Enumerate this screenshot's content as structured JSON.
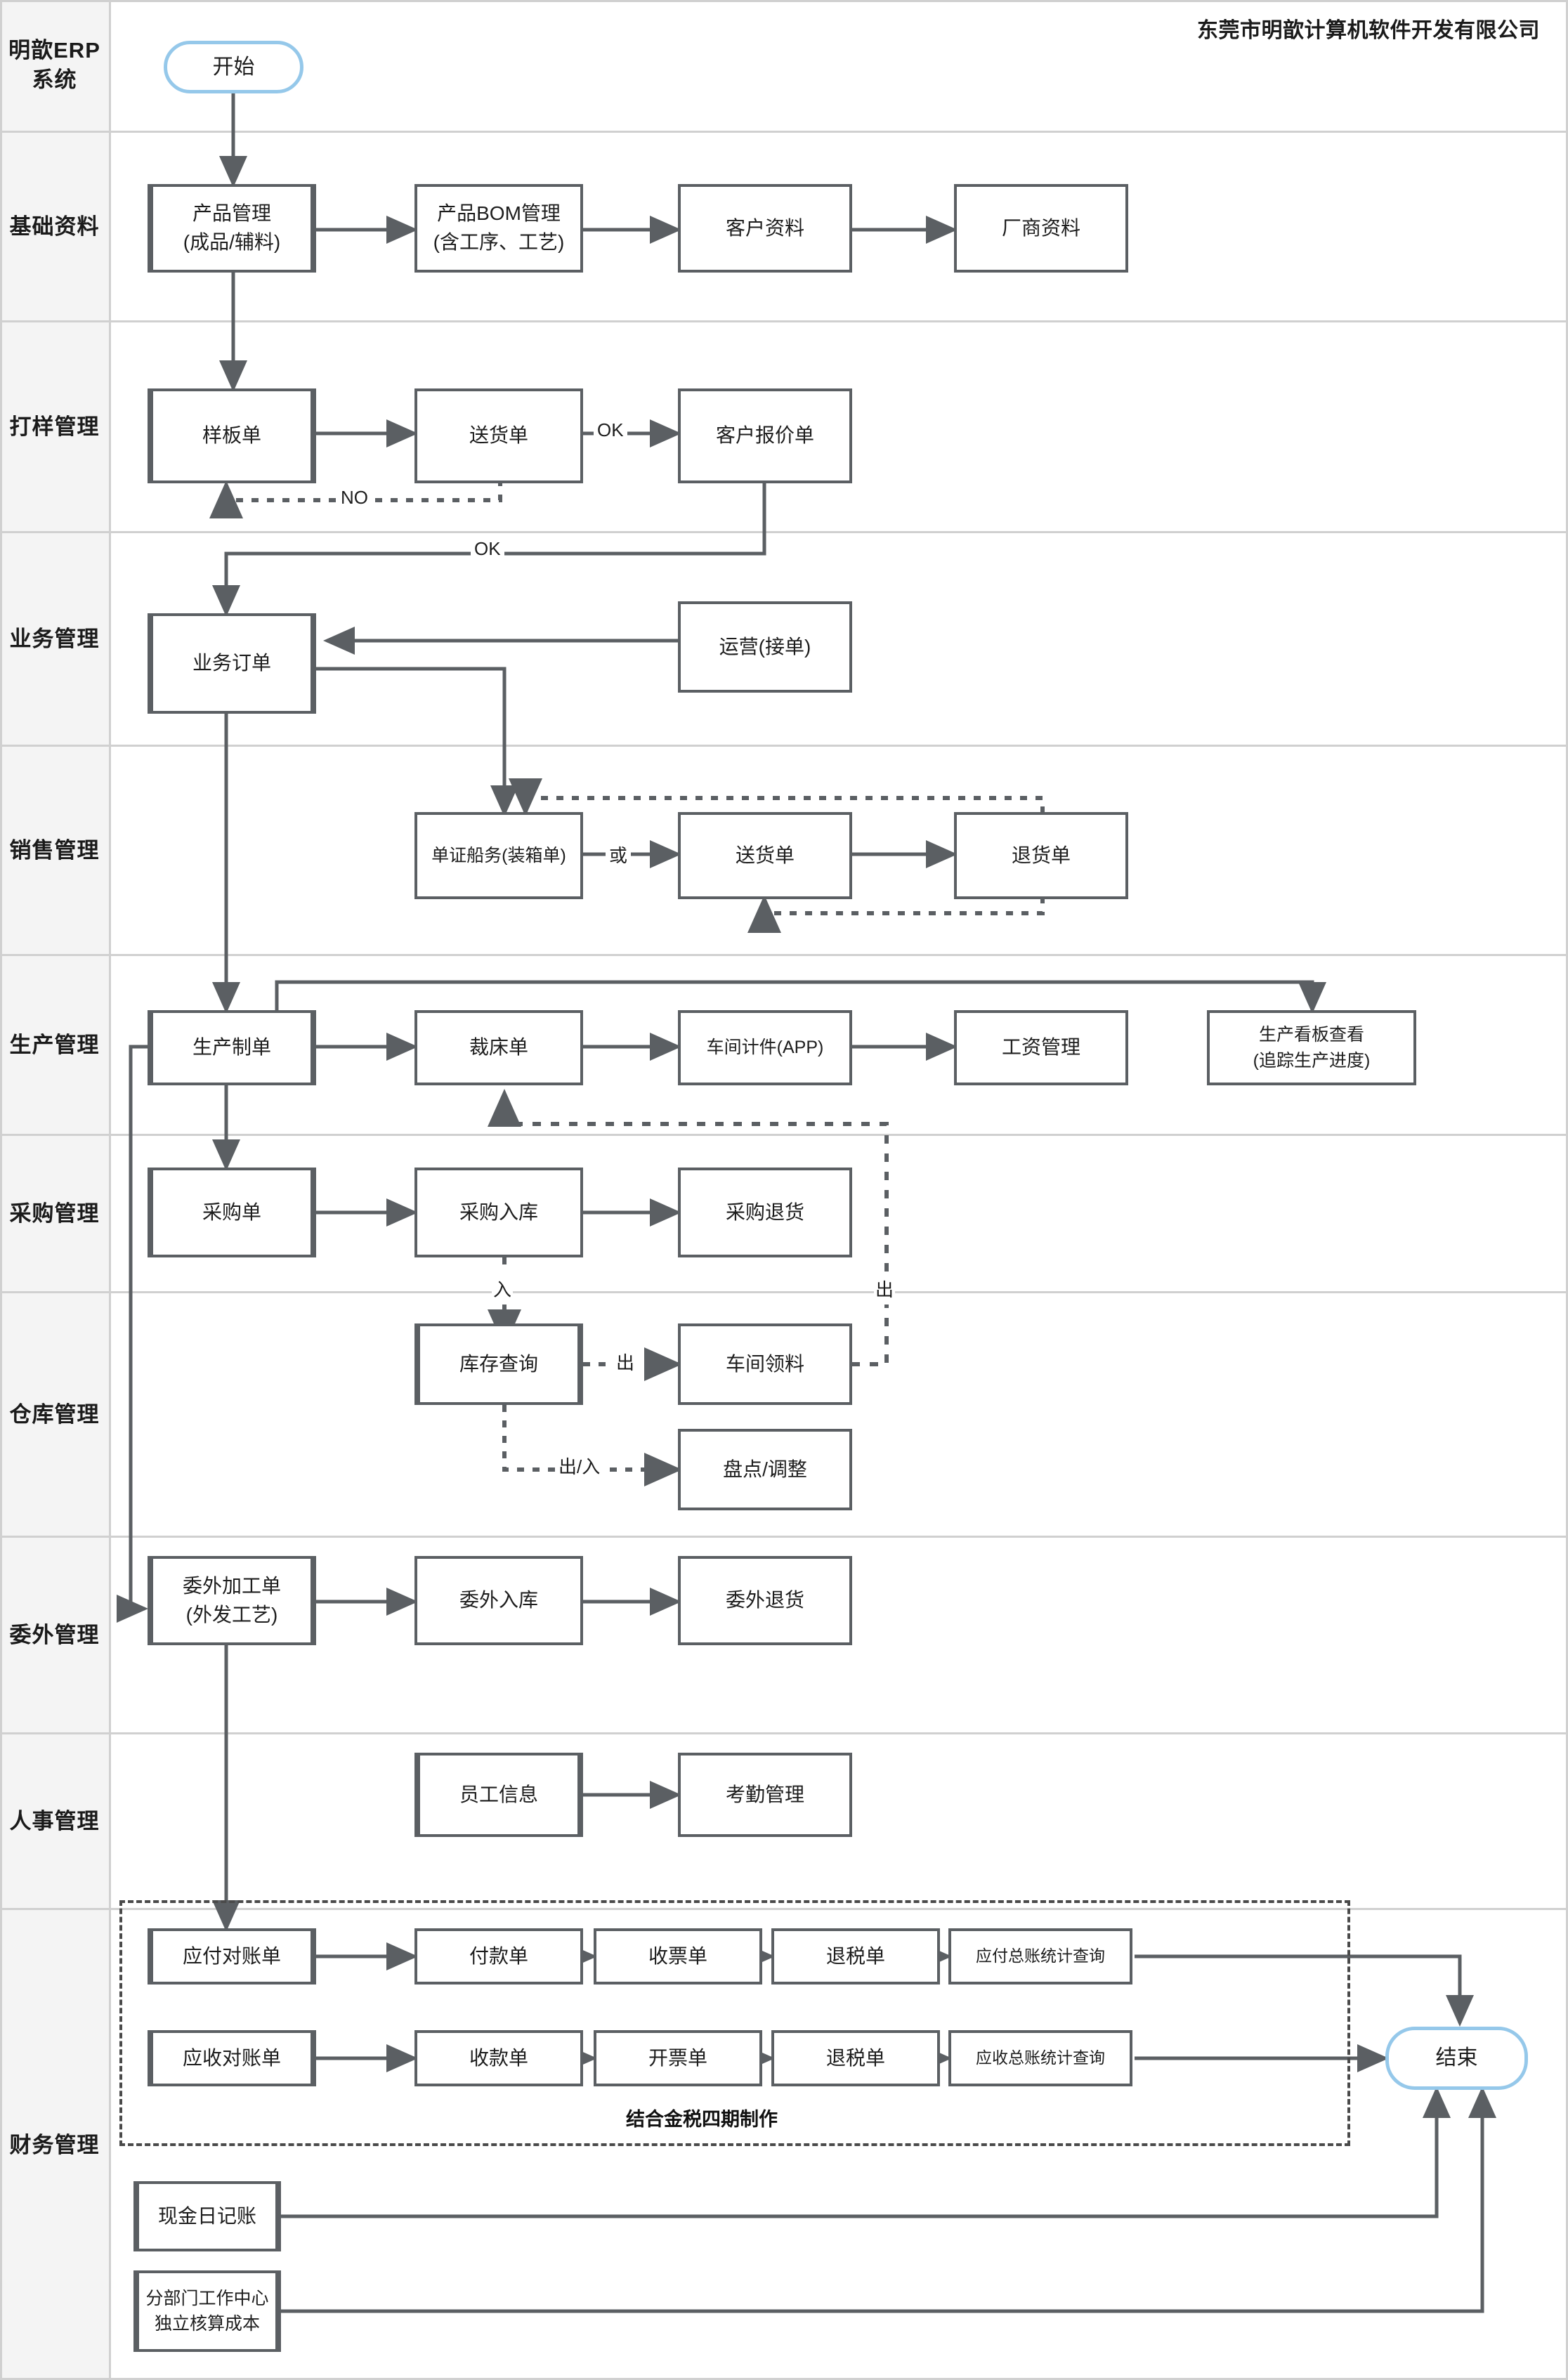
{
  "header": {
    "company": "东莞市明歆计算机软件开发有限公司"
  },
  "lanes": [
    {
      "id": "system",
      "label": "明歆ERP\n系统"
    },
    {
      "id": "basic",
      "label": "基础资料"
    },
    {
      "id": "sampling",
      "label": "打样管理"
    },
    {
      "id": "business",
      "label": "业务管理"
    },
    {
      "id": "sales",
      "label": "销售管理"
    },
    {
      "id": "production",
      "label": "生产管理"
    },
    {
      "id": "purchase",
      "label": "采购管理"
    },
    {
      "id": "warehouse",
      "label": "仓库管理"
    },
    {
      "id": "outsource",
      "label": "委外管理"
    },
    {
      "id": "hr",
      "label": "人事管理"
    },
    {
      "id": "finance",
      "label": "财务管理"
    }
  ],
  "nodes": {
    "start": "开始",
    "end": "结束",
    "product_mgmt_l1": "产品管理",
    "product_mgmt_l2": "(成品/辅料)",
    "bom_l1": "产品BOM管理",
    "bom_l2": "(含工序、工艺)",
    "customer_data": "客户资料",
    "vendor_data": "厂商资料",
    "sample_order": "样板单",
    "delivery_note_1": "送货单",
    "customer_quote": "客户报价单",
    "business_order": "业务订单",
    "operation_intake": "运营(接单)",
    "doc_shipping": "单证船务(装箱单)",
    "delivery_note_2": "送货单",
    "return_note": "退货单",
    "production_order": "生产制单",
    "cutting_order": "裁床单",
    "workshop_piece": "车间计件(APP)",
    "salary_mgmt": "工资管理",
    "kanban_l1": "生产看板查看",
    "kanban_l2": "(追踪生产进度)",
    "purchase_order": "采购单",
    "purchase_in": "采购入库",
    "purchase_return": "采购退货",
    "stock_query": "库存查询",
    "workshop_pick": "车间领料",
    "stock_check": "盘点/调整",
    "outsource_order_l1": "委外加工单",
    "outsource_order_l2": "(外发工艺)",
    "outsource_in": "委外入库",
    "outsource_return": "委外退货",
    "employee_info": "员工信息",
    "attendance": "考勤管理",
    "ap_statement": "应付对账单",
    "payment_note": "付款单",
    "receive_invoice": "收票单",
    "tax_refund_1": "退税单",
    "ap_ledger_query": "应付总账统计查询",
    "ar_statement": "应收对账单",
    "receipt_note": "收款单",
    "issue_invoice": "开票单",
    "tax_refund_2": "退税单",
    "ar_ledger_query": "应收总账统计查询",
    "cash_journal": "现金日记账",
    "dept_center_l1": "分部门工作中心",
    "dept_center_l2": "独立核算成本"
  },
  "edge_labels": {
    "ok_1": "OK",
    "no_1": "NO",
    "ok_2": "OK",
    "or_1": "或",
    "in_1": "入",
    "out_1": "出",
    "out_2": "出",
    "out_in_1": "出/入"
  },
  "notes": {
    "golden_tax": "结合金税四期制作"
  },
  "colors": {
    "terminator_stroke": "#95c8ea",
    "node_stroke": "#5b5f63",
    "connector": "#5b5f63",
    "lane_divider": "#d0d0d0",
    "lane_label_bg": "#f4f4f4",
    "text": "#1d1d1d"
  }
}
